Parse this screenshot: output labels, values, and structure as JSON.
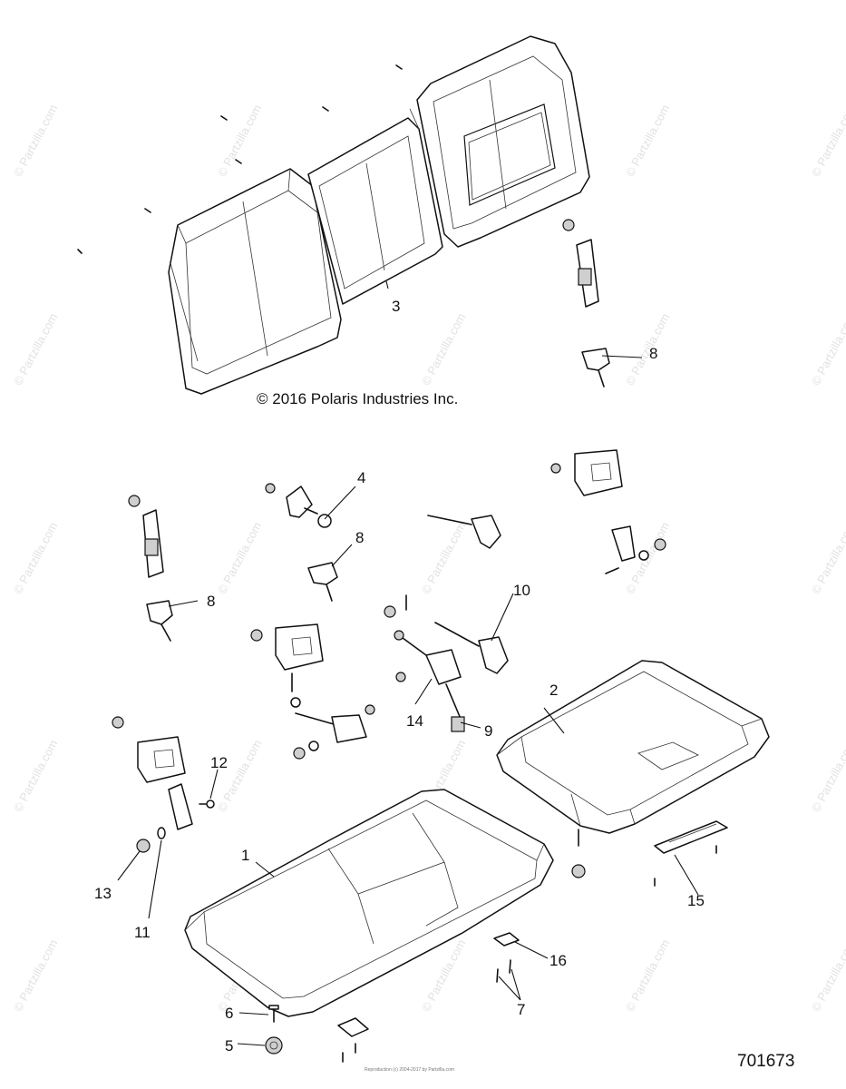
{
  "watermark": "© Partzilla.com",
  "copyright": "© 2016 Polaris Industries Inc.",
  "diagram_number": "701673",
  "footer_text": "Reproduction (c) 2004-2017 by Partzilla.com",
  "callouts": {
    "c1": "1",
    "c2": "2",
    "c3": "3",
    "c4": "4",
    "c5": "5",
    "c6": "6",
    "c7": "7",
    "c8a": "8",
    "c8b": "8",
    "c8c": "8",
    "c9": "9",
    "c10": "10",
    "c11": "11",
    "c12": "12",
    "c13": "13",
    "c14": "14",
    "c15": "15",
    "c16": "16"
  }
}
